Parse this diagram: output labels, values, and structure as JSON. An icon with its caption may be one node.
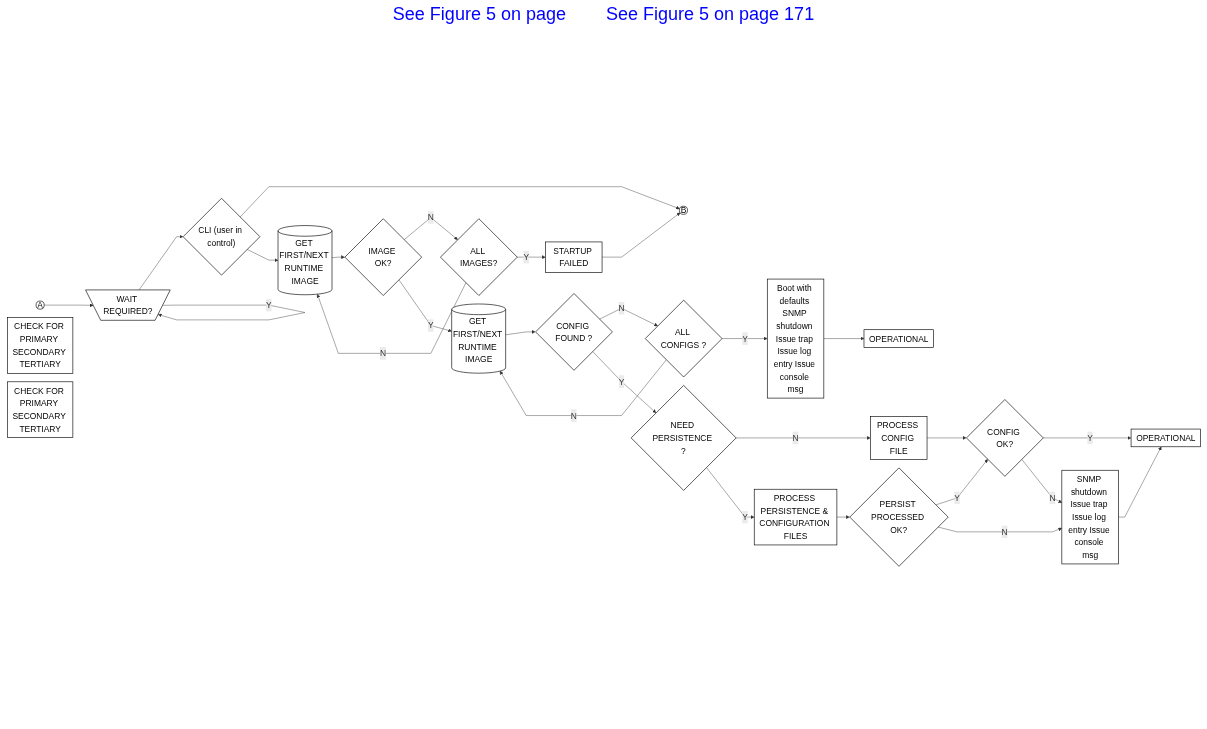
{
  "diagram": {
    "nodes": [
      {
        "text": [
          "A"
        ]
      },
      {
        "text": [
          "WAIT REQUIRED?"
        ]
      },
      {
        "text": [
          "CLI (user in control)"
        ]
      },
      {
        "text": [
          "B"
        ]
      },
      {
        "text": [
          "GET FIRST/NEXT RUNTIME IMAGE"
        ]
      },
      {
        "text": [
          "CHECK FOR PRIMARY SECONDARY TERTIARY"
        ]
      },
      {
        "text": [
          "ALL IMAGES?"
        ]
      },
      {
        "text": [
          "STARTUP FAILED"
        ]
      },
      {
        "text": [
          "IMAGE OK?"
        ]
      },
      {
        "text": [
          "OPERATIONAL"
        ]
      },
      {
        "text": [
          "Boot with defaults SNMP shutdown Issue trap Issue log entry Issue console msg"
        ]
      },
      {
        "text": [
          "ALL CONFIGS ?"
        ]
      },
      {
        "text": [
          "GET FIRST/NEXT RUNTIME IMAGE"
        ]
      },
      {
        "text": [
          "CHECK FOR PRIMARY SECONDARY TERTIARY"
        ]
      },
      {
        "text": [
          "CONFIG FOUND ?"
        ]
      },
      {
        "text": [
          "NEED PERSISTENCE ?"
        ]
      },
      {
        "text": [
          "OPERATIONAL"
        ]
      },
      {
        "text": [
          "SNMP shutdown Issue trap Issue log entry Issue console msg"
        ]
      },
      {
        "text": [
          "CONFIG OK?"
        ]
      },
      {
        "text": [
          "PERSIST PROCESSED OK?"
        ]
      },
      {
        "text": [
          "PROCESS CONFIG FILE"
        ]
      },
      {
        "text": [
          "PROCESS PERSISTENCE & CONFIGURATION FILES"
        ]
      }
    ],
    "edges": [
      {
        "from": 0,
        "to": 1,
        "arrow": "to"
      },
      {
        "from": 1,
        "to": 2,
        "arrow": "to"
      },
      {
        "from": 1,
        "to": 1,
        "arrow": "to",
        "label": "Y"
      },
      {
        "from": 2,
        "to": 3,
        "arrow": "to"
      },
      {
        "from": 7,
        "to": 3,
        "arrow": "to"
      },
      {
        "from": 2,
        "to": 4,
        "arrow": "to"
      },
      {
        "from": 6,
        "to": 4,
        "arrow": "to",
        "label": "N"
      },
      {
        "from": 4,
        "to": 8,
        "arrow": "to"
      },
      {
        "from": 8,
        "to": 6,
        "arrow": "to",
        "label": "N"
      },
      {
        "from": 6,
        "to": 7,
        "arrow": "to",
        "label": "Y"
      },
      {
        "from": 8,
        "to": 12,
        "arrow": "to",
        "label": "Y"
      },
      {
        "from": 11,
        "to": 12,
        "arrow": "to",
        "label": "N"
      },
      {
        "from": 12,
        "to": 14,
        "arrow": "to"
      },
      {
        "from": 14,
        "to": 11,
        "arrow": "to",
        "label": "N"
      },
      {
        "from": 11,
        "to": 10,
        "arrow": "to",
        "label": "Y"
      },
      {
        "from": 10,
        "to": 9,
        "arrow": "to"
      },
      {
        "from": 14,
        "to": 15,
        "arrow": "to",
        "label": "Y"
      },
      {
        "from": 15,
        "to": 20,
        "arrow": "to",
        "label": "N"
      },
      {
        "from": 15,
        "to": 21,
        "arrow": "to",
        "label": "Y"
      },
      {
        "from": 21,
        "to": 19,
        "arrow": "to"
      },
      {
        "from": 19,
        "to": 18,
        "arrow": "to",
        "label": "Y"
      },
      {
        "from": 20,
        "to": 18,
        "arrow": "to"
      },
      {
        "from": 18,
        "to": 16,
        "arrow": "to",
        "label": "Y"
      },
      {
        "from": 18,
        "to": 17,
        "arrow": "to",
        "label": "N"
      },
      {
        "from": 19,
        "to": 17,
        "arrow": "to",
        "label": "N"
      },
      {
        "from": 17,
        "to": 16,
        "arrow": "to"
      }
    ],
    "labels": [
      "See Figure 5 on page",
      "See Figure 5 on page 171"
    ]
  }
}
